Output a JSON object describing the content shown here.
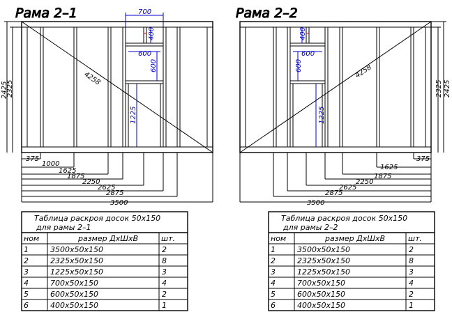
{
  "colors": {
    "frame": "#000000",
    "dim_black": "#000000",
    "dim_blue": "#0000cc",
    "accent_red": "#e00000",
    "background": "#ffffff"
  },
  "frames": [
    {
      "title": "Рама 2–1",
      "diagonal": "4258",
      "heights": [
        "2425",
        "2325"
      ],
      "opening_width": "700",
      "lintel_height": "400",
      "sill_width": "600",
      "window_height": "600",
      "jamb_height": "1225",
      "baseline_dims": [
        "375",
        "1000",
        "1625",
        "1875",
        "2250",
        "2625",
        "2875",
        "3500"
      ]
    },
    {
      "title": "Рама 2–2",
      "diagonal": "4258",
      "heights": [
        "2325",
        "2425"
      ],
      "lintel_height": "400",
      "sill_width": "600",
      "window_height": "600",
      "jamb_height": "1225",
      "baseline_dims": [
        "375",
        "1625",
        "1875",
        "2250",
        "2625",
        "2875",
        "3500"
      ]
    }
  ],
  "tables": [
    {
      "title_line1": "Таблица раскроя досок 50х150",
      "title_line2": "для рамы 2–1",
      "columns": [
        "ном",
        "размер ДхШхВ",
        "шт."
      ],
      "rows": [
        [
          "1",
          "3500х50х150",
          "2"
        ],
        [
          "2",
          "2325х50х150",
          "8"
        ],
        [
          "3",
          "1225х50х150",
          "3"
        ],
        [
          "4",
          "700х50х150",
          "4"
        ],
        [
          "5",
          "600х50х150",
          "2"
        ],
        [
          "6",
          "400х50х150",
          "1"
        ]
      ]
    },
    {
      "title_line1": "Таблица раскроя досок 50х150",
      "title_line2": "для рамы 2–2",
      "columns": [
        "ном",
        "размер ДхШхВ",
        "шт."
      ],
      "rows": [
        [
          "1",
          "3500х50х150",
          "2"
        ],
        [
          "2",
          "2325х50х150",
          "8"
        ],
        [
          "3",
          "1225х50х150",
          "3"
        ],
        [
          "4",
          "700х50х150",
          "4"
        ],
        [
          "5",
          "600х50х150",
          "2"
        ],
        [
          "6",
          "400х50х150",
          "1"
        ]
      ]
    }
  ]
}
